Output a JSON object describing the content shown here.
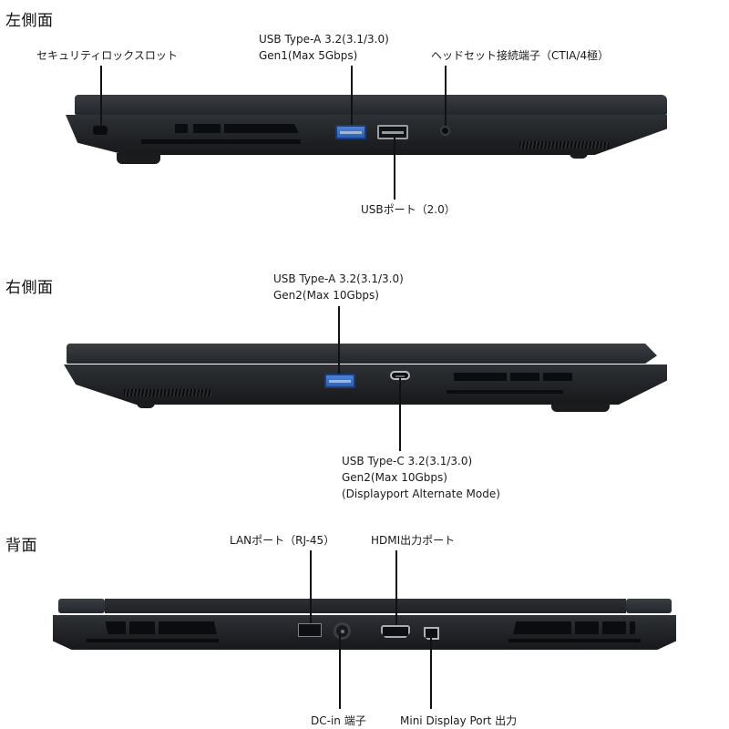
{
  "sections": {
    "left": {
      "title": "左側面",
      "labels": {
        "security_lock": "セキュリティロックスロット",
        "usb_a_gen1_line1": "USB Type-A 3.2(3.1/3.0)",
        "usb_a_gen1_line2": "Gen1(Max 5Gbps)",
        "headset": "ヘッドセット接続端子（CTIA/4極）",
        "usb2": "USBポート（2.0）"
      }
    },
    "right": {
      "title": "右側面",
      "labels": {
        "usb_a_gen2_line1": "USB Type-A 3.2(3.1/3.0)",
        "usb_a_gen2_line2": "Gen2(Max 10Gbps)",
        "usb_c_line1": "USB Type-C 3.2(3.1/3.0)",
        "usb_c_line2": "Gen2(Max 10Gbps)",
        "usb_c_line3": "(Displayport Alternate Mode)"
      }
    },
    "back": {
      "title": "背面",
      "labels": {
        "lan": "LANポート（RJ-45）",
        "hdmi": "HDMI出力ポート",
        "dcin": "DC-in 端子",
        "minidp": "Mini Display Port 出力"
      }
    }
  },
  "colors": {
    "background": "#ffffff",
    "laptop_body": "#24272b",
    "usb3_blue": "#3a6fc4",
    "text": "#1a1a1a"
  }
}
